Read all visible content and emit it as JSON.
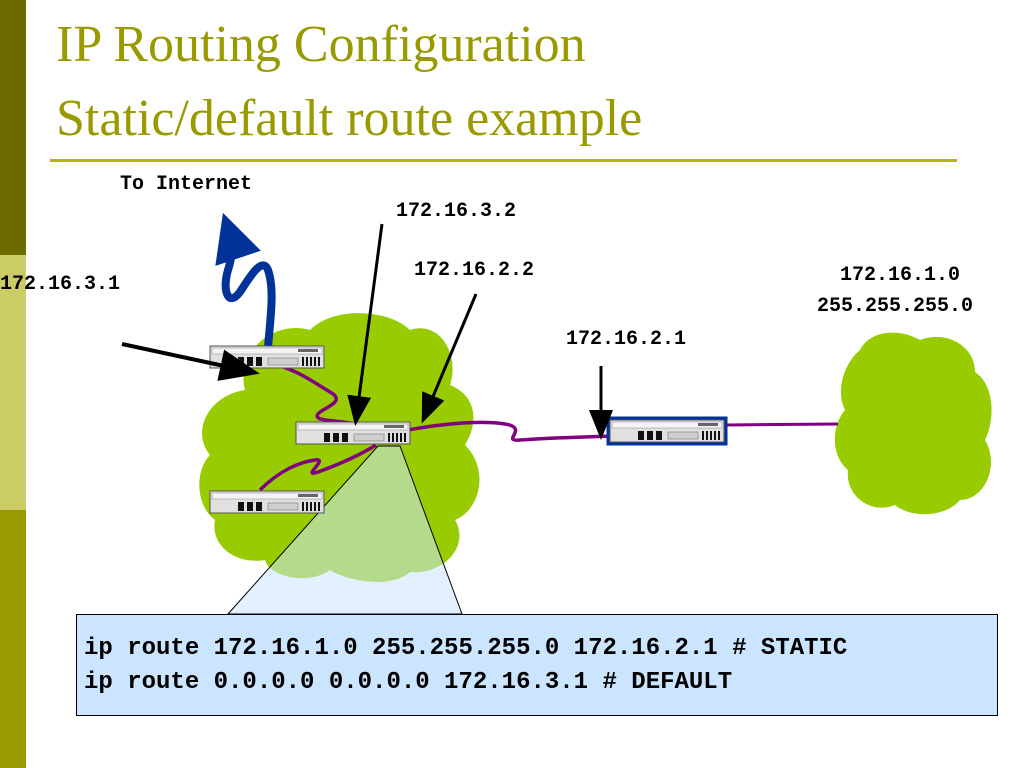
{
  "slide": {
    "title_line1": "IP Routing Configuration",
    "title_line2": "Static/default route example",
    "accent_color": "#999900"
  },
  "labels": {
    "to_internet": "To Internet",
    "ip_172_16_3_2": "172.16.3.2",
    "ip_172_16_2_2": "172.16.2.2",
    "ip_172_16_3_1": "172.16.3.1",
    "ip_172_16_2_1": "172.16.2.1",
    "net_172_16_1_0": "172.16.1.0",
    "mask_255_255_255_0": "255.255.255.0"
  },
  "config": {
    "line1": "ip route 172.16.1.0 255.255.255.0 172.16.2.1 # STATIC",
    "line2": "ip route 0.0.0.0 0.0.0.0 172.16.3.1 # DEFAULT"
  },
  "colors": {
    "cloud": "#99cc00",
    "link": "#800080",
    "uplink": "#003399",
    "callout_fill": "#cce5ff"
  }
}
